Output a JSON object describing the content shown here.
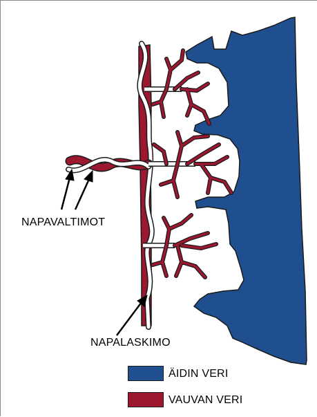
{
  "labels": {
    "arteries": "NAPAVALTIMOT",
    "vein": "NAPALASKIMO"
  },
  "legend": [
    {
      "label": "ÄIDIN VERI",
      "color": "#1f4f8e"
    },
    {
      "label": "VAUVAN VERI",
      "color": "#9b1830"
    }
  ],
  "colors": {
    "maternal_blood": "#1f4f8e",
    "fetal_blood": "#9b1830",
    "outline": "#1a1a1a",
    "vessel_white": "#ffffff"
  }
}
